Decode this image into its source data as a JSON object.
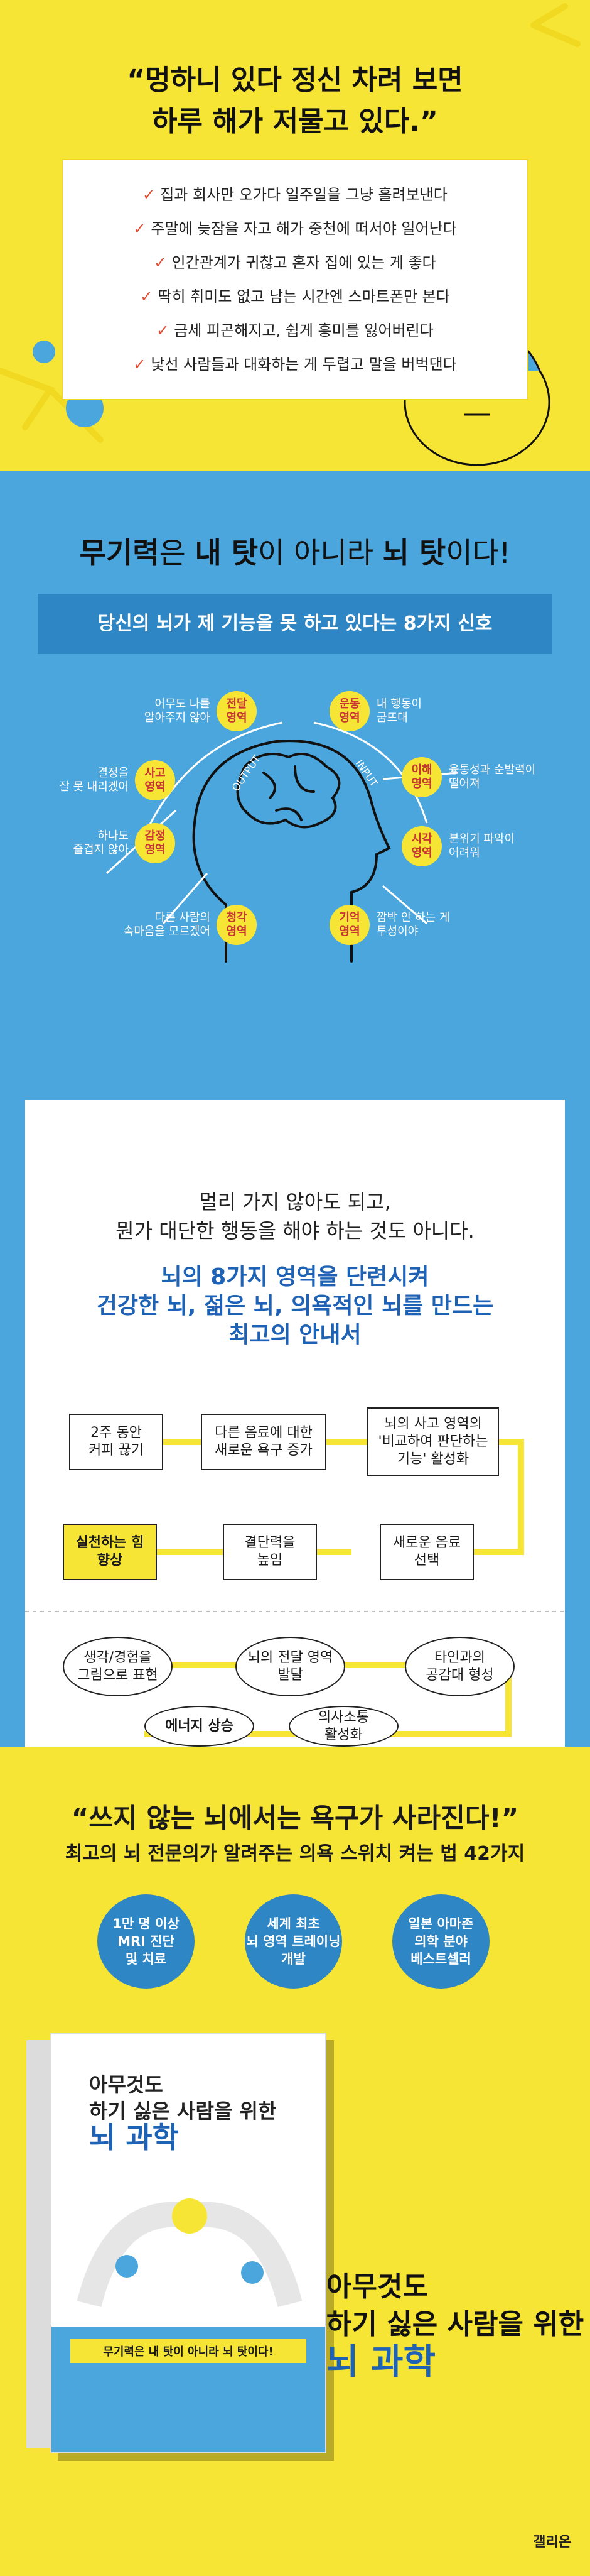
{
  "intro": {
    "quote_line1": "“멍하니 있다 정신 차려 보면",
    "quote_line2": "하루 해가 저물고 있다.”",
    "checklist": [
      "집과 회사만 오가다 일주일을 그냥 흘려보낸다",
      "주말에 늦잠을 자고 해가 중천에 떠서야 일어난다",
      "인간관계가 귀찮고 혼자 집에 있는 게 좋다",
      "딱히 취미도 없고 남는 시간엔 스마트폰만 본다",
      "금세 피곤해지고, 쉽게 흥미를 잃어버린다",
      "낯선 사람들과 대화하는 게 두렵고 말을 버벅댄다"
    ],
    "check_glyph": "✓"
  },
  "brain_section": {
    "headline_a": "무기력",
    "headline_b": "은 ",
    "headline_c": "내 탓",
    "headline_d": "이 아니라 ",
    "headline_e": "뇌 탓",
    "headline_f": "이다!",
    "subtitle": "당신의 뇌가 제 기능을 못 하고 있다는 8가지 신호",
    "output_label": "OUTPUT",
    "input_label": "INPUT",
    "areas": [
      {
        "name": "전달\n영역",
        "note": "어무도 나를\n알아주지 않아"
      },
      {
        "name": "사고\n영역",
        "note": "결정을\n잘 못 내리겠어"
      },
      {
        "name": "감정\n영역",
        "note": "하나도\n즐겁지 않아"
      },
      {
        "name": "청각\n영역",
        "note": "다른 사람의\n속마음을 모르겠어"
      },
      {
        "name": "운동\n영역",
        "note": "내 행동이\n굼뜨대"
      },
      {
        "name": "이해\n영역",
        "note": "융통성과 순발력이\n떨어져"
      },
      {
        "name": "시각\n영역",
        "note": "분위기 파악이\n어려워"
      },
      {
        "name": "기억\n영역",
        "note": "깜박 안 하는 게\n투성이야"
      }
    ]
  },
  "guide": {
    "lead_line1": "멀리 가지 않아도 되고,",
    "lead_line2": "뭔가 대단한 행동을 해야 하는 것도 아니다.",
    "title_line1": "뇌의 8가지 영역을 단련시켜",
    "title_line2": "건강한 뇌, 젊은 뇌, 의욕적인 뇌를 만드는",
    "title_line3": "최고의 안내서",
    "flow1": [
      "2주 동안\n커피 끊기",
      "다른 음료에 대한\n새로운 욕구 증가",
      "뇌의 사고 영역의\n'비교하여 판단하는\n기능' 활성화",
      "새로운 음료\n선택",
      "결단력을\n높임",
      "실천하는 힘\n향상"
    ],
    "flow2": [
      "생각/경험을\n그림으로 표현",
      "뇌의 전달 영역\n발달",
      "타인과의\n공감대 형성",
      "의사소통\n활성화",
      "에너지 상승"
    ]
  },
  "book": {
    "headline": "“쓰지 않는 뇌에서는 욕구가 사라진다!”",
    "subheadline": "최고의 뇌 전문의가 알려주는 의욕 스위치 켜는 법 42가지",
    "badges": [
      "1만 명 이상\nMRI 진단\n및 치료",
      "세계 최초\n뇌 영역 트레이닝\n개발",
      "일본 아마존\n의학 분야\n베스트셀러"
    ],
    "cover_title_line1": "아무것도",
    "cover_title_line2": "하기 싫은 사람을 위한",
    "cover_title_line3": "뇌 과학",
    "cover_band": "무기력은 내 탓이 아니라 뇌 탓이다!",
    "side_title_line1": "아무것도",
    "side_title_line2": "하기 싫은 사람을 위한",
    "side_title_line3": "뇌 과학",
    "publisher": "갤리온"
  },
  "colors": {
    "yellow": "#f7e535",
    "blue": "#4aa6dc",
    "dark_blue": "#1e62b5",
    "check_red": "#e64a2e"
  }
}
